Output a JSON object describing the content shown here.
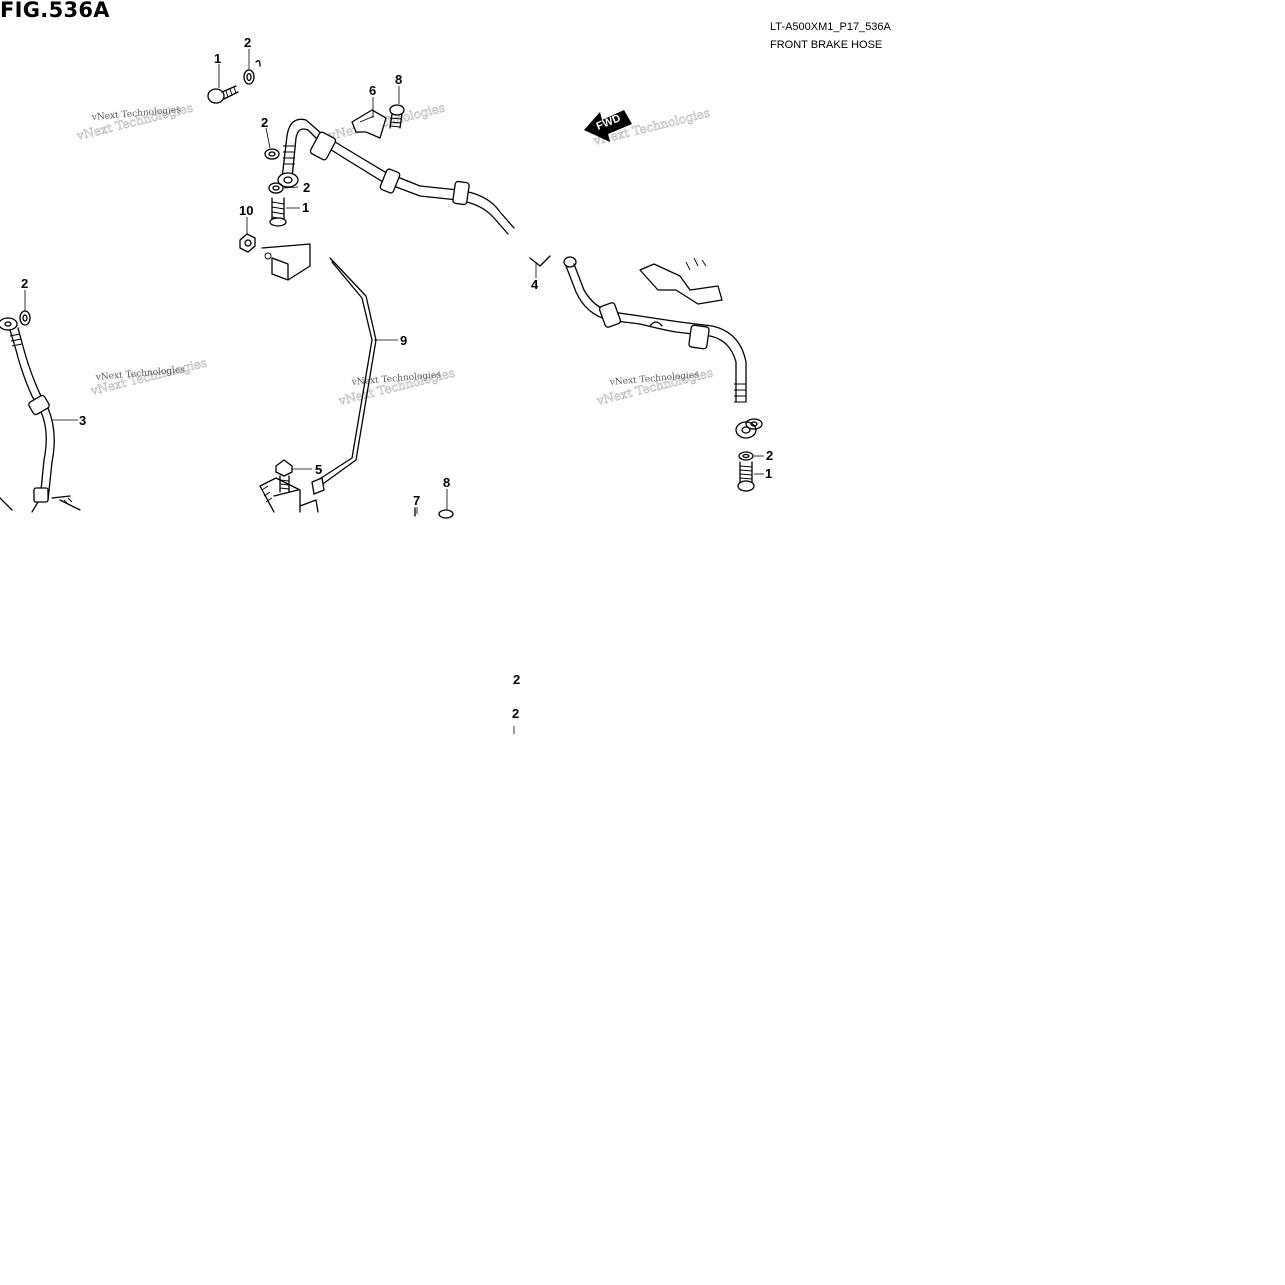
{
  "header": {
    "figure_label": "FIG.536A",
    "diagram_code": "LT-A500XM1_P17_536A",
    "diagram_name": "FRONT BRAKE HOSE"
  },
  "direction_marker": {
    "label": "FWD"
  },
  "watermark": {
    "text": "vNext Technologies"
  },
  "callouts": {
    "bolt_top": "1",
    "washer_top": "2",
    "washer_upper_banjo": "2",
    "washer_under_banjo": "2",
    "bolt_upper_banjo": "1",
    "nut_upper": "10",
    "clamp_upper": "6",
    "bolt_clamp_upper": "8",
    "washer_left_banjo": "2",
    "hose_left": "3",
    "joint_right": "4",
    "pipe": "9",
    "bolt_joint": "5",
    "bracket_lower": "7",
    "bolt_lower": "8",
    "washer_right_banjo": "2",
    "bolt_right_banjo": "1",
    "stray_label_a": "2",
    "stray_label_b": "2"
  }
}
